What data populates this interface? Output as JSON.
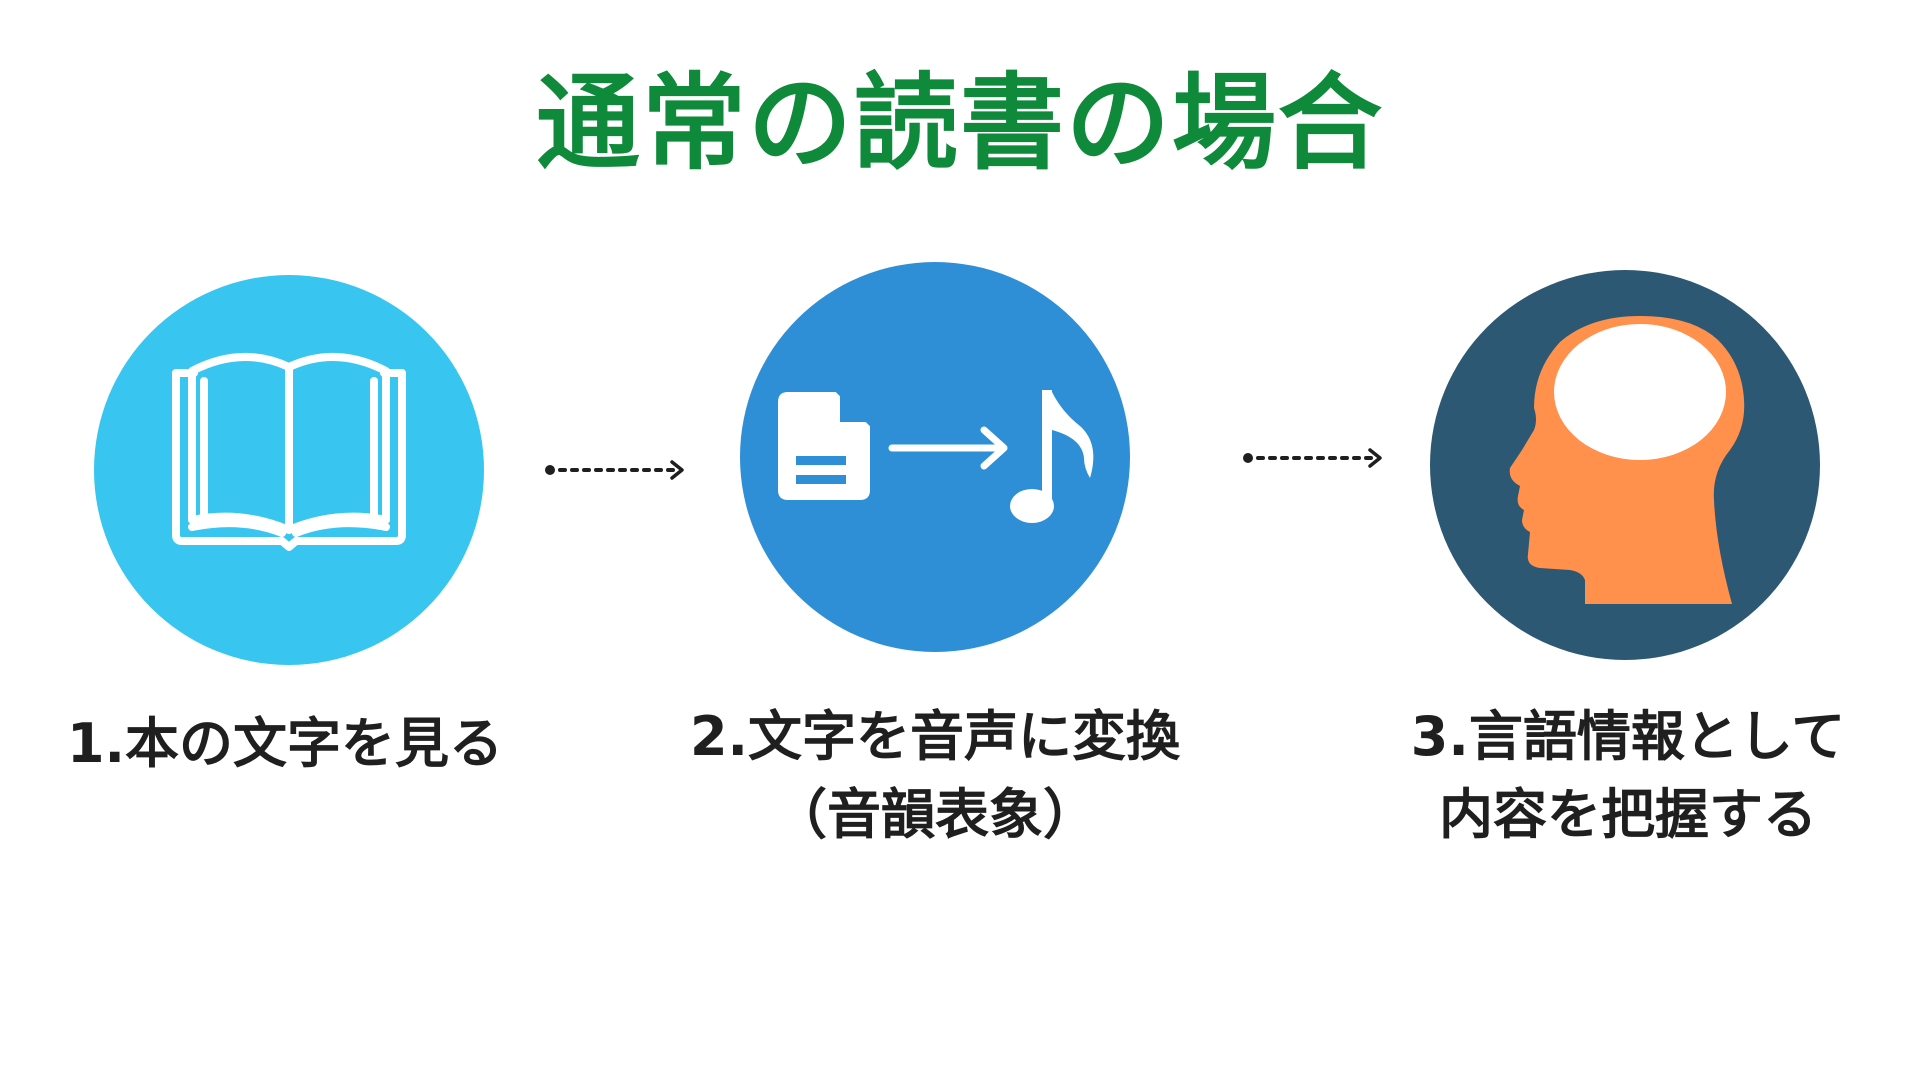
{
  "title": "通常の読書の場合",
  "colors": {
    "title": "#0f8a3a",
    "step1_circle": "#38c6f0",
    "step2_circle": "#2e8fd6",
    "step3_circle": "#2d5873",
    "head": "#ff914d",
    "text": "#1f1f1f"
  },
  "steps": [
    {
      "icon": "open-book-icon",
      "label_lines": [
        "1.本の文字を見る"
      ]
    },
    {
      "icon": "document-to-sound-icon",
      "label_lines": [
        "2.文字を音声に変換",
        "（音韻表象）"
      ]
    },
    {
      "icon": "head-brain-icon",
      "label_lines": [
        "3.言語情報として",
        "内容を把握する"
      ]
    }
  ],
  "connectors": [
    "dotted-arrow-icon",
    "dotted-arrow-icon"
  ]
}
